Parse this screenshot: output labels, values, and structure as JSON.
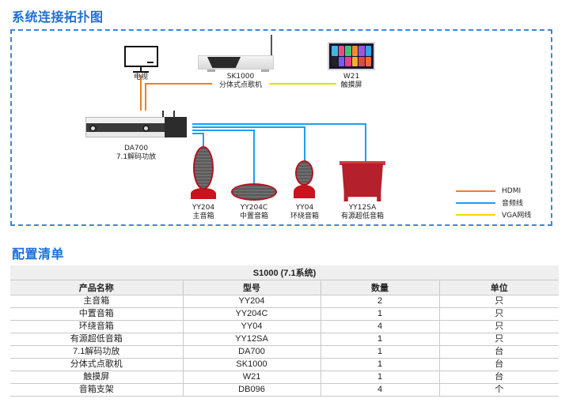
{
  "topology": {
    "title": "系统连接拓扑图",
    "devices": {
      "tv": {
        "label": "电视"
      },
      "sk1000": {
        "model": "SK1000",
        "label": "分体式点歌机"
      },
      "w21": {
        "model": "W21",
        "label": "触摸屏"
      },
      "da700": {
        "model": "DA700",
        "label": "7.1解码功放"
      },
      "yy204": {
        "model": "YY204",
        "label": "主音箱"
      },
      "yy204c": {
        "model": "YY204C",
        "label": "中置音箱"
      },
      "yy04": {
        "model": "YY04",
        "label": "环绕音箱"
      },
      "yy12sa": {
        "model": "YY12SA",
        "label": "有源超低音箱"
      }
    },
    "legend": [
      {
        "label": "HDMI",
        "color": "#f07f1e"
      },
      {
        "label": "音频线",
        "color": "#1aa0f0"
      },
      {
        "label": "VGA网线",
        "color": "#f5d800"
      }
    ],
    "connections": [
      {
        "from": "DA700",
        "to": "电视",
        "type": "HDMI"
      },
      {
        "from": "DA700",
        "to": "SK1000",
        "type": "HDMI"
      },
      {
        "from": "SK1000",
        "to": "W21",
        "type": "VGA网线"
      },
      {
        "from": "DA700",
        "to": "YY204",
        "type": "音频线"
      },
      {
        "from": "DA700",
        "to": "YY204C",
        "type": "音频线"
      },
      {
        "from": "DA700",
        "to": "YY04",
        "type": "音频线"
      },
      {
        "from": "DA700",
        "to": "YY12SA",
        "type": "音频线"
      }
    ]
  },
  "config": {
    "title": "配置清单",
    "table_caption": "S1000 (7.1系统)",
    "headers": [
      "产品名称",
      "型号",
      "数量",
      "单位"
    ],
    "rows": [
      [
        "主音箱",
        "YY204",
        "2",
        "只"
      ],
      [
        "中置音箱",
        "YY204C",
        "1",
        "只"
      ],
      [
        "环绕音箱",
        "YY04",
        "4",
        "只"
      ],
      [
        "有源超低音箱",
        "YY12SA",
        "1",
        "只"
      ],
      [
        "7.1解码功放",
        "DA700",
        "1",
        "台"
      ],
      [
        "分体式点歌机",
        "SK1000",
        "1",
        "台"
      ],
      [
        "触摸屏",
        "W21",
        "1",
        "台"
      ],
      [
        "音箱支架",
        "DB096",
        "4",
        "个"
      ]
    ]
  }
}
